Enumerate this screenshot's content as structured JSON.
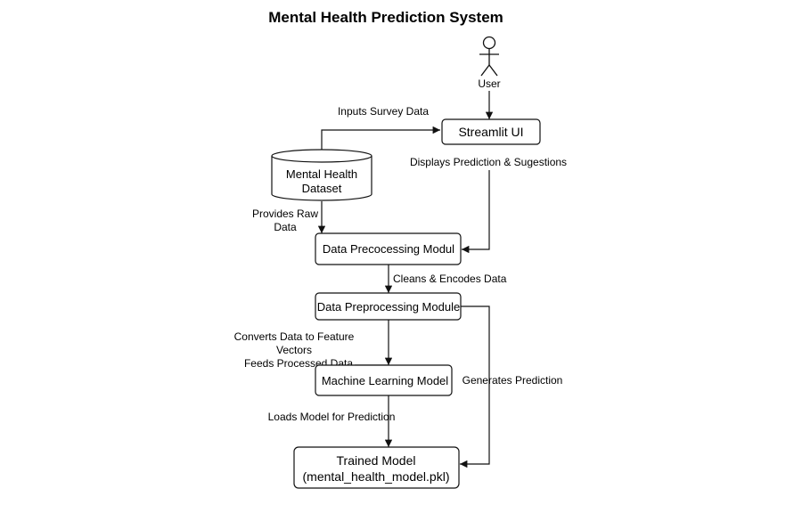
{
  "title": "Mental Health Prediction System",
  "actor": {
    "label": "User"
  },
  "nodes": {
    "streamlit": "Streamlit UI",
    "dataset_line1": "Mental Health",
    "dataset_line2": "Dataset",
    "precocessing": "Data Precocessing Modul",
    "preprocessing": "Data Preprocessing Module",
    "ml_model": "Machine Learning Model",
    "trained_line1": "Trained Model",
    "trained_line2": "(mental_health_model.pkl)"
  },
  "edges": {
    "inputs_survey": "Inputs Survey Data",
    "displays_prediction": "Displays Prediction & Sugestions",
    "provides_raw_1": "Provides Raw",
    "provides_raw_2": "Data",
    "cleans_encodes": "Cleans & Encodes Data",
    "converts_1": "Converts Data to Feature",
    "converts_2": "Vectors",
    "feeds_processed": "Feeds Processed Data",
    "generates_prediction": "Generates Prediction",
    "loads_model": "Loads Model for Prediction"
  }
}
